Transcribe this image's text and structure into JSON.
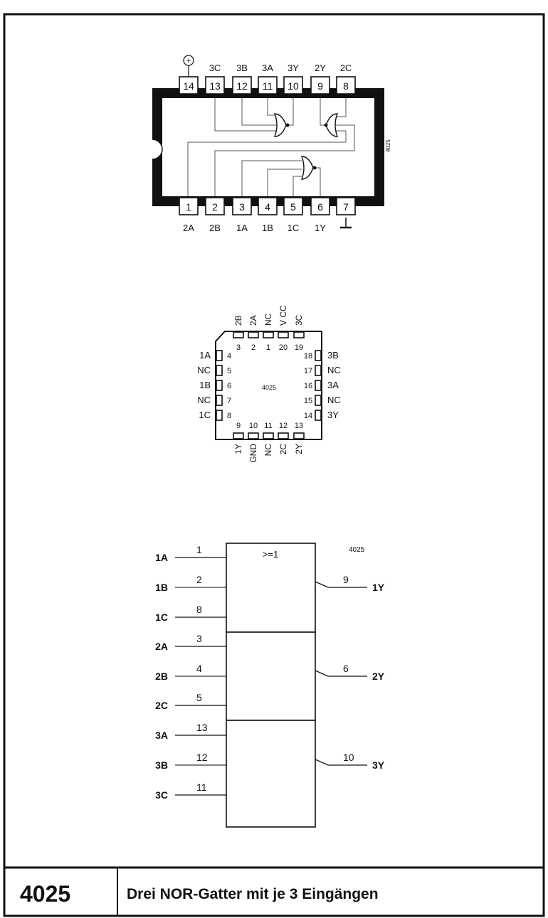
{
  "dip": {
    "top_pins": [
      {
        "num": "14",
        "label": ""
      },
      {
        "num": "13",
        "label": "3C"
      },
      {
        "num": "12",
        "label": "3B"
      },
      {
        "num": "11",
        "label": "3A"
      },
      {
        "num": "10",
        "label": "3Y"
      },
      {
        "num": "9",
        "label": "2Y"
      },
      {
        "num": "8",
        "label": "2C"
      }
    ],
    "bottom_pins": [
      {
        "num": "1",
        "label": "2A"
      },
      {
        "num": "2",
        "label": "2B"
      },
      {
        "num": "3",
        "label": "1A"
      },
      {
        "num": "4",
        "label": "1B"
      },
      {
        "num": "5",
        "label": "1C"
      },
      {
        "num": "6",
        "label": "1Y"
      },
      {
        "num": "7",
        "label": ""
      }
    ],
    "vcc_symbol": "+",
    "part_label": "4025"
  },
  "plcc": {
    "top_pins": [
      {
        "num": "3",
        "label": "2B"
      },
      {
        "num": "2",
        "label": "2A"
      },
      {
        "num": "1",
        "label": "NC"
      },
      {
        "num": "20",
        "label": "V CC"
      },
      {
        "num": "19",
        "label": "3C"
      }
    ],
    "left_pins": [
      {
        "num": "4",
        "label": "1A"
      },
      {
        "num": "5",
        "label": "NC"
      },
      {
        "num": "6",
        "label": "1B"
      },
      {
        "num": "7",
        "label": "NC"
      },
      {
        "num": "8",
        "label": "1C"
      }
    ],
    "right_pins": [
      {
        "num": "18",
        "label": "3B"
      },
      {
        "num": "17",
        "label": "NC"
      },
      {
        "num": "16",
        "label": "3A"
      },
      {
        "num": "15",
        "label": "NC"
      },
      {
        "num": "14",
        "label": "3Y"
      }
    ],
    "bottom_pins": [
      {
        "num": "9",
        "label": "1Y"
      },
      {
        "num": "10",
        "label": "GND"
      },
      {
        "num": "11",
        "label": "NC"
      },
      {
        "num": "12",
        "label": "2C"
      },
      {
        "num": "13",
        "label": "2Y"
      }
    ],
    "part_label": "4025"
  },
  "logic": {
    "symbol": ">=1",
    "part_label": "4025",
    "inputs": [
      {
        "label": "1A",
        "pin": "1"
      },
      {
        "label": "1B",
        "pin": "2"
      },
      {
        "label": "1C",
        "pin": "8"
      },
      {
        "label": "2A",
        "pin": "3"
      },
      {
        "label": "2B",
        "pin": "4"
      },
      {
        "label": "2C",
        "pin": "5"
      },
      {
        "label": "3A",
        "pin": "13"
      },
      {
        "label": "3B",
        "pin": "12"
      },
      {
        "label": "3C",
        "pin": "11"
      }
    ],
    "outputs": [
      {
        "label": "1Y",
        "pin": "9"
      },
      {
        "label": "2Y",
        "pin": "6"
      },
      {
        "label": "3Y",
        "pin": "10"
      }
    ]
  },
  "footer": {
    "number": "4025",
    "description": "Drei NOR-Gatter mit je 3 Eingängen"
  }
}
